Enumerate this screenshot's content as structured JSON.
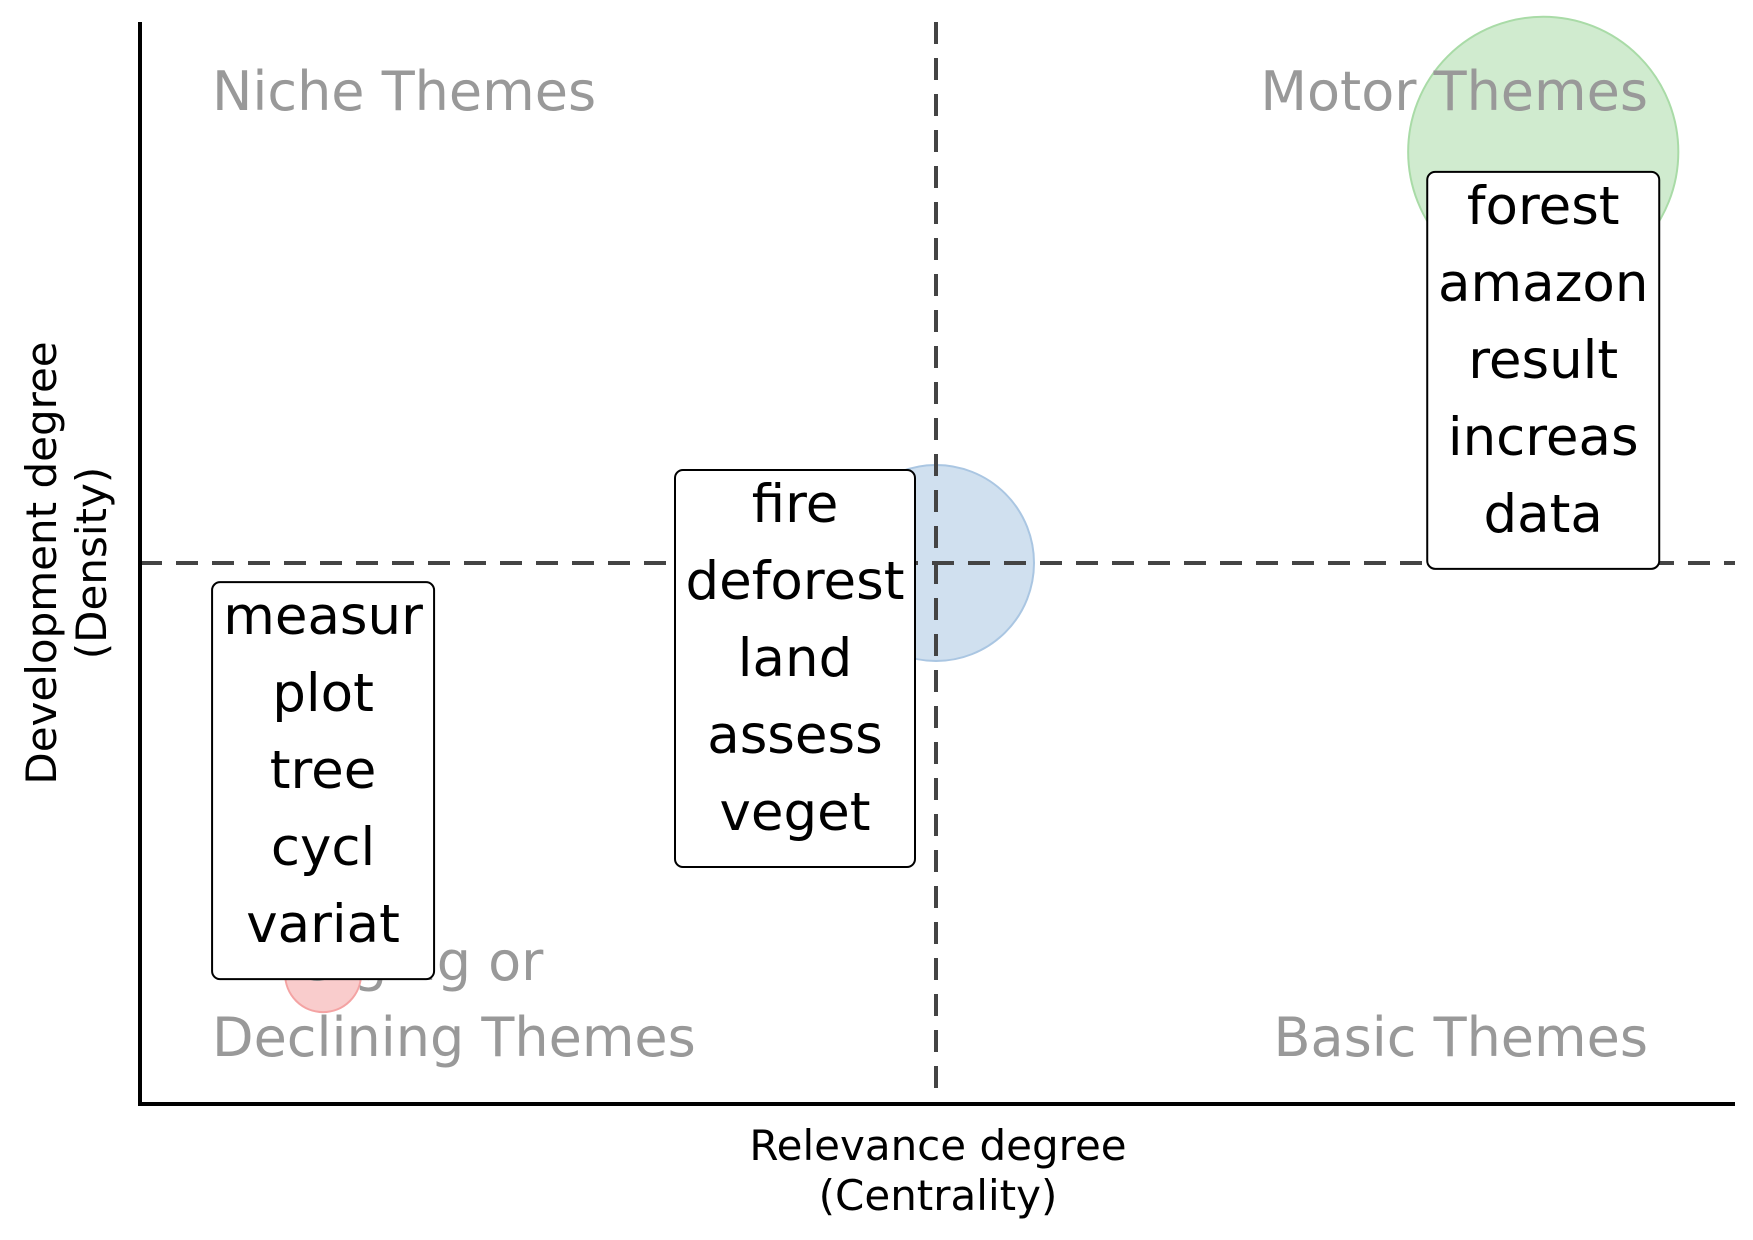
{
  "chart_data": {
    "type": "scatter",
    "subtype": "thematic-map",
    "xlabel": [
      "Relevance degree",
      "(Centrality)"
    ],
    "ylabel": [
      "Development degree",
      "(Density)"
    ],
    "grid": false,
    "quadrants": {
      "top_left": "Niche Themes",
      "top_right": "Motor Themes",
      "bottom_left": [
        "Emerging or",
        "Declining Themes"
      ],
      "bottom_right": "Basic Themes"
    },
    "series": [
      {
        "x": 0.115,
        "y": 0.12,
        "size": 0.15,
        "color": "#f4a3a3",
        "keywords": [
          "measur",
          "plot",
          "tree",
          "cycl",
          "variat"
        ]
      },
      {
        "x": 0.5,
        "y": 0.5,
        "size": 1.0,
        "color": "#aac6e2",
        "keywords": [
          "fire",
          "deforest",
          "land",
          "assess",
          "veget"
        ]
      },
      {
        "x": 0.88,
        "y": 0.88,
        "size": 1.9,
        "color": "#a9dba7",
        "keywords": [
          "forest",
          "amazon",
          "result",
          "increas",
          "data"
        ]
      }
    ]
  }
}
